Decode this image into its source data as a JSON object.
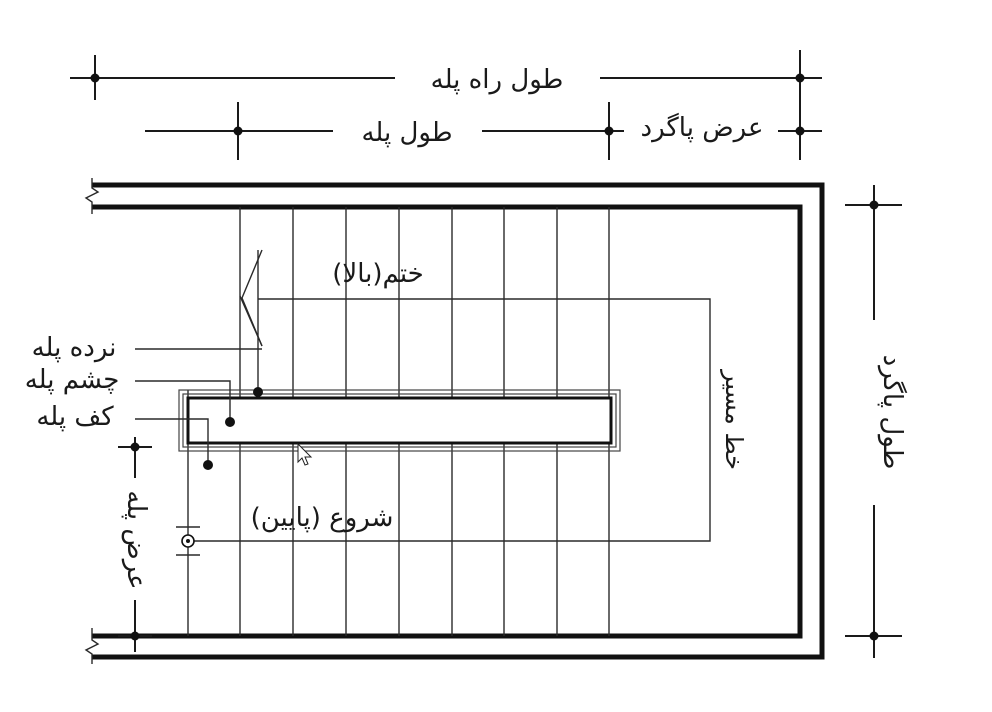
{
  "labels": {
    "flight_run_length": "طول راه پله",
    "stair_length": "طول پله",
    "landing_width": "عرض پاگرد",
    "landing_length": "طول پاگرد",
    "stair_width": "عرض پله",
    "end_top": "ختم(بالا)",
    "start_bottom": "شروع (پایین)",
    "path_line": "خط مسیر",
    "railing": "نرده پله",
    "stair_eye": "چشم پله",
    "stair_floor": "کف پله"
  },
  "colors": {
    "ink": "#1a1a1a",
    "background": "#ffffff"
  }
}
